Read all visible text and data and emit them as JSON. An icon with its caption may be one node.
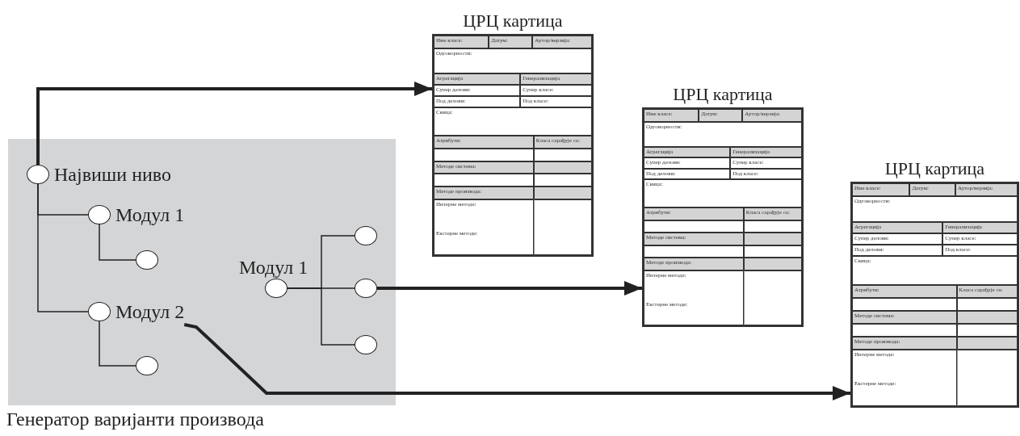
{
  "diagram": {
    "nodes": [
      {
        "text": [
          "Генератор варијанти производа"
        ]
      },
      {
        "text": [
          "Највиши ниво"
        ],
        "in": 0
      },
      {
        "text": [
          "Модул 1"
        ],
        "in": 0
      },
      {
        "text": [],
        "shape": "circle",
        "in": 0
      },
      {
        "text": [
          "Модул 2"
        ],
        "in": 0
      },
      {
        "text": [],
        "shape": "circle",
        "in": 0
      },
      {
        "text": [
          "Модул 1"
        ],
        "in": 0
      },
      {
        "text": [],
        "shape": "circle",
        "in": 0
      },
      {
        "text": [],
        "shape": "circle",
        "in": 0
      },
      {
        "text": [],
        "shape": "circle",
        "in": 0
      },
      {
        "text": [
          "ЦРЦ картица",
          "Име класе:",
          "Датум:",
          "Аутор/верзија:",
          "Одговорности:",
          "Агрегација",
          "Генерализација",
          "Супер делови:",
          "Супер класе:",
          "Под делови:",
          "Под класе:",
          "Скица:",
          "Атрибути:",
          "Класа сарађује са:",
          "Методе система:",
          "Методе производа:",
          "Интерне методе:",
          "Екстерне методе:"
        ]
      },
      {
        "text": [
          "ЦРЦ картица",
          "Име класе:",
          "Датум:",
          "Аутор/верзија:",
          "Одговорности:",
          "Агрегација",
          "Генерализација",
          "Супер делови:",
          "Супер класе:",
          "Под делови:",
          "Под класе:",
          "Скица:",
          "Атрибути:",
          "Класа сарађује са:",
          "Методе система:",
          "Методе производа:",
          "Интерне методе:",
          "Екстерне методе:"
        ]
      },
      {
        "text": [
          "ЦРЦ картица",
          "Име класе:",
          "Датум:",
          "Аутор/верзија:",
          "Одговорности:",
          "Агрегација",
          "Генерализација",
          "Супер делови:",
          "Супер класе:",
          "Под делови:",
          "Под класе:",
          "Скица:",
          "Атрибути:",
          "Класа сарађује са:",
          "Методе система:",
          "Методе производа:",
          "Интерне методе:",
          "Екстерне методе:"
        ]
      }
    ],
    "edges": [
      {
        "from": 1,
        "to": 2,
        "arrow": "none"
      },
      {
        "from": 1,
        "to": 4,
        "arrow": "none"
      },
      {
        "from": 2,
        "to": 3,
        "arrow": "none"
      },
      {
        "from": 4,
        "to": 5,
        "arrow": "none"
      },
      {
        "from": 6,
        "to": 7,
        "arrow": "none"
      },
      {
        "from": 6,
        "to": 8,
        "arrow": "none"
      },
      {
        "from": 6,
        "to": 9,
        "arrow": "none"
      },
      {
        "from": 1,
        "to": 10,
        "arrow": "to",
        "style": "thick"
      },
      {
        "from": 8,
        "to": 11,
        "arrow": "to",
        "style": "thick"
      },
      {
        "from": 4,
        "to": 12,
        "arrow": "to",
        "style": "thick"
      }
    ]
  }
}
